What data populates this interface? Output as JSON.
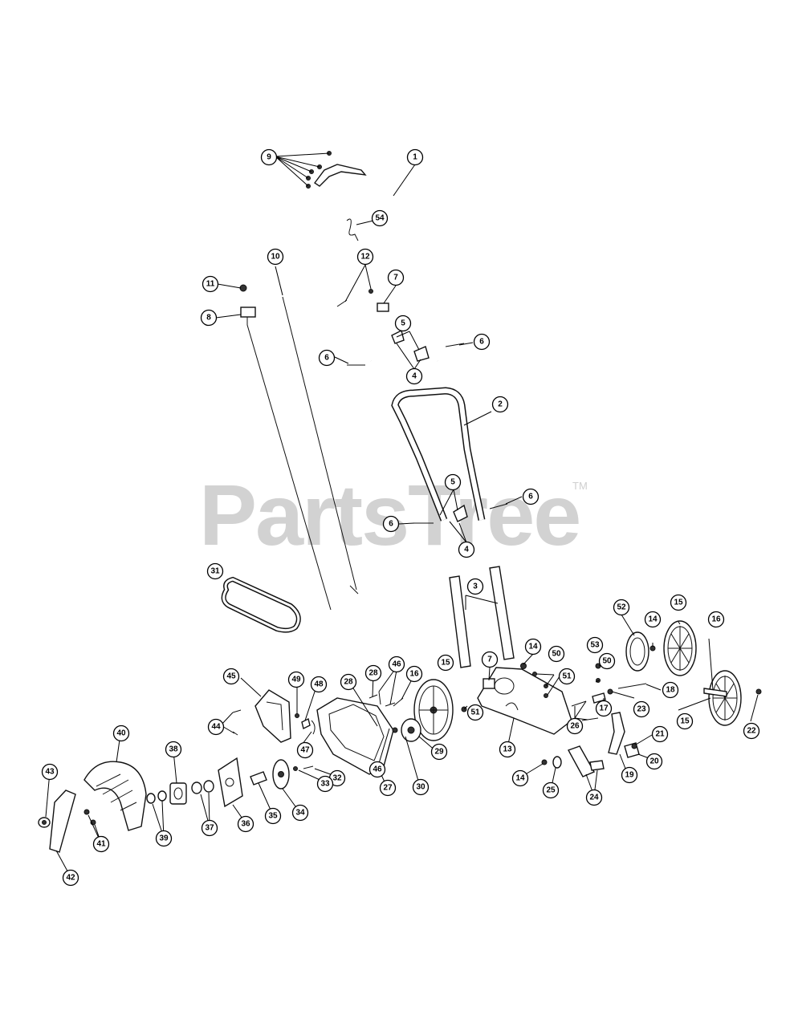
{
  "watermark": {
    "text": "PartsTree",
    "tm": "TM"
  },
  "callouts": [
    {
      "id": "c1",
      "label": "1"
    },
    {
      "id": "c54",
      "label": "54"
    },
    {
      "id": "c9",
      "label": "9"
    },
    {
      "id": "c10",
      "label": "10"
    },
    {
      "id": "c11",
      "label": "11"
    },
    {
      "id": "c8",
      "label": "8"
    },
    {
      "id": "c12",
      "label": "12"
    },
    {
      "id": "c7a",
      "label": "7"
    },
    {
      "id": "c5a",
      "label": "5"
    },
    {
      "id": "c6a",
      "label": "6"
    },
    {
      "id": "c6b",
      "label": "6"
    },
    {
      "id": "c4a",
      "label": "4"
    },
    {
      "id": "c2",
      "label": "2"
    },
    {
      "id": "c5b",
      "label": "5"
    },
    {
      "id": "c6c",
      "label": "6"
    },
    {
      "id": "c6d",
      "label": "6"
    },
    {
      "id": "c4b",
      "label": "4"
    },
    {
      "id": "c31",
      "label": "31"
    },
    {
      "id": "c3",
      "label": "3"
    },
    {
      "id": "c7b",
      "label": "7"
    },
    {
      "id": "c14a",
      "label": "14"
    },
    {
      "id": "c50a",
      "label": "50"
    },
    {
      "id": "c52",
      "label": "52"
    },
    {
      "id": "c14b",
      "label": "14"
    },
    {
      "id": "c15a",
      "label": "15"
    },
    {
      "id": "c16a",
      "label": "16"
    },
    {
      "id": "c53",
      "label": "53"
    },
    {
      "id": "c50b",
      "label": "50"
    },
    {
      "id": "c51a",
      "label": "51"
    },
    {
      "id": "c18",
      "label": "18"
    },
    {
      "id": "c15b",
      "label": "15"
    },
    {
      "id": "c17",
      "label": "17"
    },
    {
      "id": "c23",
      "label": "23"
    },
    {
      "id": "c15c",
      "label": "15"
    },
    {
      "id": "c22",
      "label": "22"
    },
    {
      "id": "c28a",
      "label": "28"
    },
    {
      "id": "c46a",
      "label": "46"
    },
    {
      "id": "c16b",
      "label": "16"
    },
    {
      "id": "c45",
      "label": "45"
    },
    {
      "id": "c49",
      "label": "49"
    },
    {
      "id": "c48",
      "label": "48"
    },
    {
      "id": "c28b",
      "label": "28"
    },
    {
      "id": "c51b",
      "label": "51"
    },
    {
      "id": "c26",
      "label": "26"
    },
    {
      "id": "c21",
      "label": "21"
    },
    {
      "id": "c44",
      "label": "44"
    },
    {
      "id": "c47",
      "label": "47"
    },
    {
      "id": "c29",
      "label": "29"
    },
    {
      "id": "c13",
      "label": "13"
    },
    {
      "id": "c20",
      "label": "20"
    },
    {
      "id": "c19",
      "label": "19"
    },
    {
      "id": "c40",
      "label": "40"
    },
    {
      "id": "c46b",
      "label": "46"
    },
    {
      "id": "c38",
      "label": "38"
    },
    {
      "id": "c27",
      "label": "27"
    },
    {
      "id": "c30",
      "label": "30"
    },
    {
      "id": "c32",
      "label": "32"
    },
    {
      "id": "c14c",
      "label": "14"
    },
    {
      "id": "c25",
      "label": "25"
    },
    {
      "id": "c24",
      "label": "24"
    },
    {
      "id": "c43",
      "label": "43"
    },
    {
      "id": "c33",
      "label": "33"
    },
    {
      "id": "c34",
      "label": "34"
    },
    {
      "id": "c35",
      "label": "35"
    },
    {
      "id": "c36",
      "label": "36"
    },
    {
      "id": "c37",
      "label": "37"
    },
    {
      "id": "c39",
      "label": "39"
    },
    {
      "id": "c41",
      "label": "41"
    },
    {
      "id": "c42",
      "label": "42"
    }
  ]
}
